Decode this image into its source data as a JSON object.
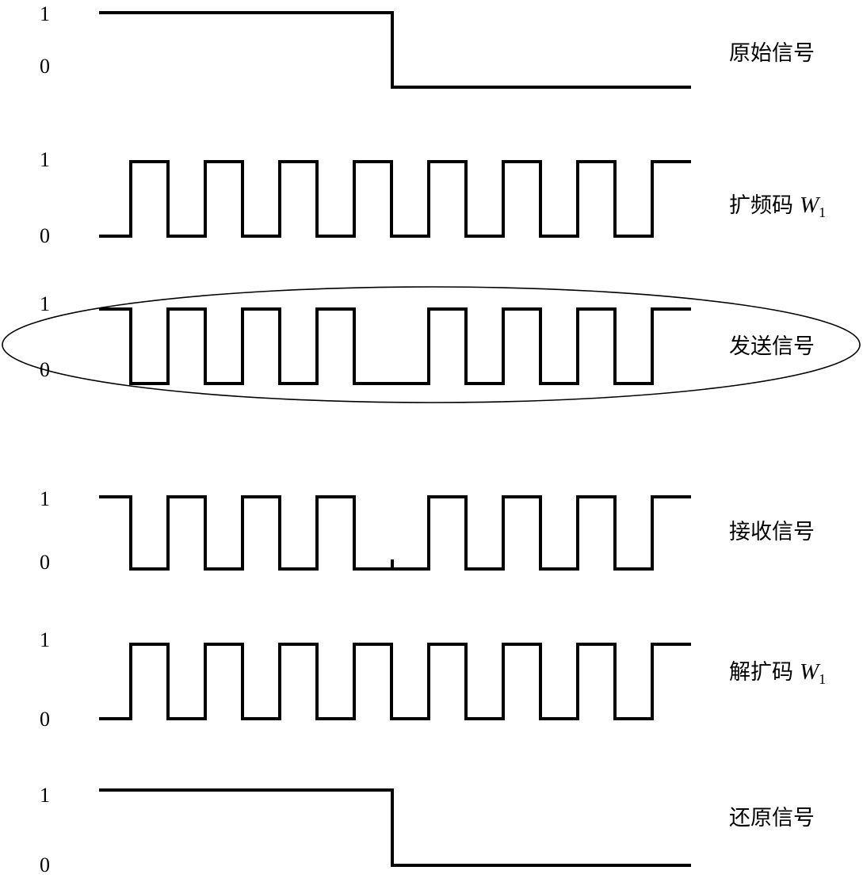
{
  "levels": {
    "high": "1",
    "low": "0"
  },
  "rows": [
    {
      "id": "original",
      "label": "原始信号",
      "levels": [
        1,
        0
      ]
    },
    {
      "id": "spread-code",
      "label": "扩频码",
      "code_symbol": "W",
      "code_subscript": "1",
      "levels": [
        0,
        1,
        0,
        1,
        0,
        1,
        0,
        1,
        0,
        1,
        0,
        1,
        0,
        1,
        0,
        1
      ]
    },
    {
      "id": "transmitted",
      "label": "发送信号",
      "levels": [
        1,
        0,
        1,
        0,
        1,
        0,
        1,
        0,
        0,
        1,
        0,
        1,
        0,
        1,
        0,
        1
      ]
    },
    {
      "id": "received",
      "label": "接收信号",
      "levels": [
        1,
        0,
        1,
        0,
        1,
        0,
        1,
        0,
        0,
        1,
        0,
        1,
        0,
        1,
        0,
        1
      ]
    },
    {
      "id": "despread-code",
      "label": "解扩码",
      "code_symbol": "W",
      "code_subscript": "1",
      "levels": [
        0,
        1,
        0,
        1,
        0,
        1,
        0,
        1,
        0,
        1,
        0,
        1,
        0,
        1,
        0,
        1
      ]
    },
    {
      "id": "recovered",
      "label": "还原信号",
      "levels": [
        1,
        0
      ]
    }
  ],
  "highlight": {
    "row": "transmitted",
    "shape": "ellipse"
  },
  "colors": {
    "line": "#000000",
    "background": "#ffffff"
  }
}
